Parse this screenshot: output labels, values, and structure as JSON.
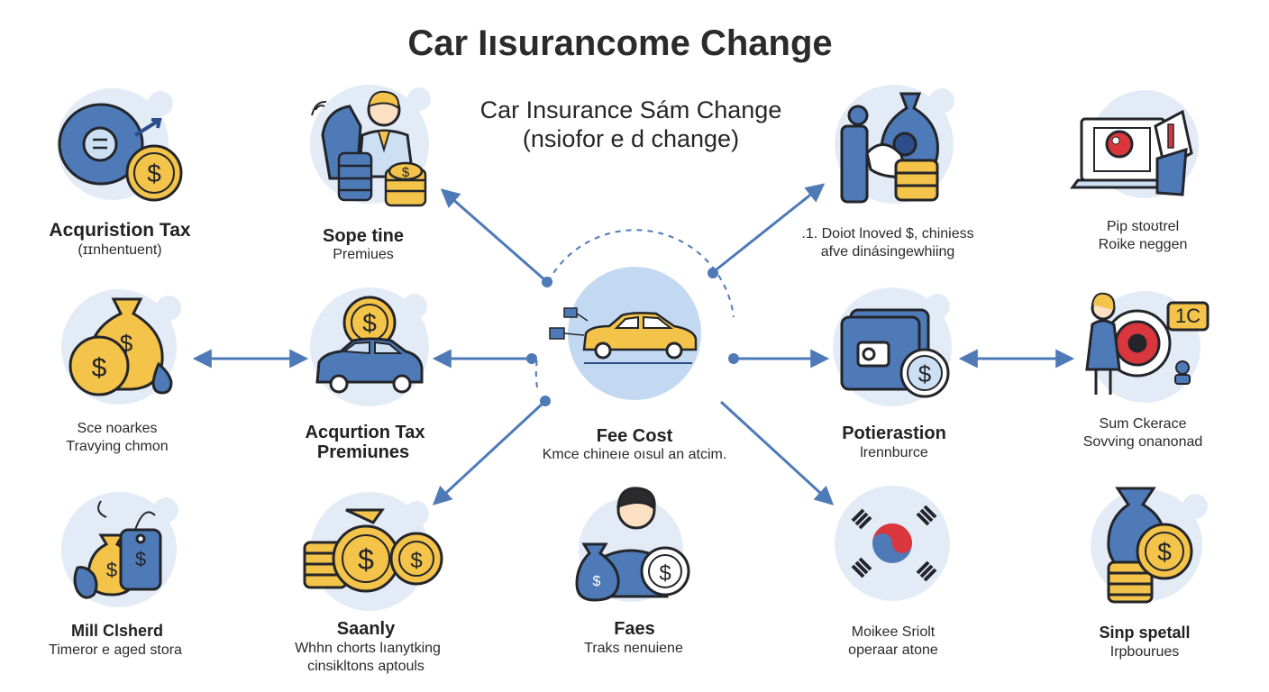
{
  "title": "Car Iısurancome Change",
  "subtitle": {
    "line1": "Car Insurance Sám Change",
    "line2": "(nsiofor e d change)"
  },
  "center": {
    "label": "Fee Cost",
    "sublabel": "Kmce chineıe oısul an atcim."
  },
  "nodes": {
    "acq_tax": {
      "label": "Acquristion Tax",
      "sub": "(ɪɪnhentuent)"
    },
    "sope_time": {
      "label": "Sope tine",
      "sub": "Premiues"
    },
    "doiot": {
      "line1": ".1. Doiot lnoved $, chiniess",
      "line2": "afve dinásingewhiing"
    },
    "pip": {
      "label": "Pip stoʊtrel",
      "sub": "Roike neggen"
    },
    "sce": {
      "line1": "Sce noarkes",
      "line2": "Travying chmon"
    },
    "acq_premiums": {
      "label": "Acqurtion Tax",
      "sub": "Premiunes"
    },
    "poter": {
      "label": "Potierastion",
      "sub": "lrennburce"
    },
    "sum": {
      "line1": "Sum Ckerace",
      "line2": "Sovving onanonad"
    },
    "mill": {
      "label": "Mill Clsherd",
      "sub": "Timeror e aged stora"
    },
    "saanly": {
      "label": "Saanly",
      "line1": "Whhn chorts lıanytking",
      "line2": "cinsikltons aptouls"
    },
    "faes": {
      "label": "Faes",
      "sub": "Traks nenuiene"
    },
    "moikee": {
      "line1": "Moikee Sriolt",
      "line2": "operaar atone"
    },
    "sinp": {
      "label": "Sinp spetall",
      "sub": "Irpbourues"
    }
  },
  "badge": "1C",
  "colors": {
    "blue": "#4e7ab8",
    "dark_blue": "#2b4d8a",
    "gold": "#f3c34a",
    "light_bg": "#e3ecf6",
    "red": "#d9363e",
    "line": "#23252a"
  }
}
